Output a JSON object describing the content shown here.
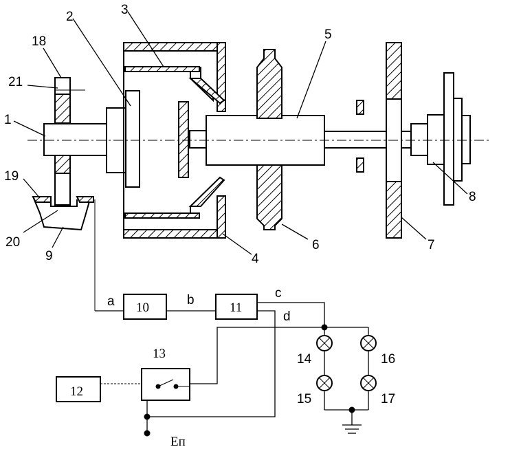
{
  "part_labels": {
    "n1": "1",
    "n2": "2",
    "n3": "3",
    "n4": "4",
    "n5": "5",
    "n6": "6",
    "n7": "7",
    "n8": "8",
    "n9": "9",
    "n18": "18",
    "n19": "19",
    "n20": "20",
    "n21": "21"
  },
  "blocks": {
    "b10": "10",
    "b11": "11",
    "b12": "12",
    "b13": "13"
  },
  "lamps": {
    "l14": "14",
    "l15": "15",
    "l16": "16",
    "l17": "17"
  },
  "wires": {
    "a": "a",
    "b": "b",
    "c": "c",
    "d": "d"
  },
  "power_label": "Eп"
}
